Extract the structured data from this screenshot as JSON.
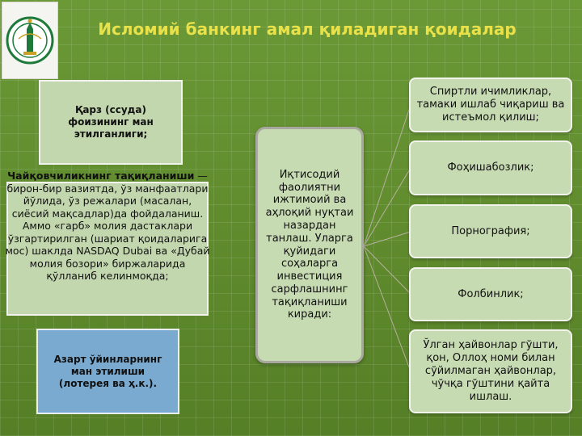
{
  "title": "Исломий банкинг амал қиладиган қоидалар",
  "left": {
    "qarz": "Қарз (ссуда) фоизининг ман этилганлиги;",
    "tajovuz_bold": "Чайқовчиликнинг тақиқланиши",
    "tajovuz_text": " — бирон-бир вазиятда, ўз манфаатлари йўлида, ўз режалари (масалан, сиёсий мақсадлар)да фойдаланиш. Аммо «гарб» молия дастаклари ўзгартирилган (шариат қоидаларига мос) шаклда NASDAQ Dubai ва «Дубай молия бозори» биржаларида қўлланиб келинмоқда;",
    "azart": "Азарт ўйинларнинг ман этилиши (лотерея ва ҳ.к.)."
  },
  "center": {
    "text": "Иқтисодий фаолиятни ижтимоий ва аҳлоқий нуқтаи назардан танлаш. Уларга қуйидаги соҳаларга инвестиция сарфлашнинг тақиқланиши киради:"
  },
  "right": [
    "Спиртли ичимликлар, тамаки ишлаб чиқариш ва истеъмол қилиш;",
    "Фоҳишабозлик;",
    "Порнография;",
    "Фолбинлик;",
    "Ўлган ҳайвонлар гўшти, қон, Оллоҳ номи билан сўйилмаган ҳайвонлар, чўчқа гўштини қайта ишлаш."
  ],
  "colors": {
    "title": "#e8e14a",
    "box": "#c7dbb3",
    "blue_box": "#7aaad0",
    "background": "#5d8a2c"
  },
  "icons": {
    "logo": "bank-logo"
  }
}
